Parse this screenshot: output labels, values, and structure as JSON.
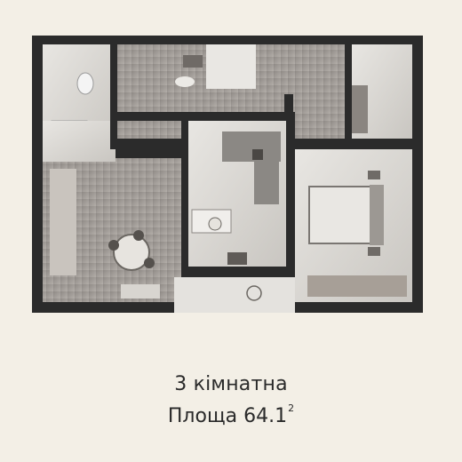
{
  "caption": {
    "rooms": "3 кімнатна",
    "area_label": "Площа 64.1",
    "area_sup": "2"
  },
  "colors": {
    "background": "#f3efe6",
    "wall": "#2b2b2b",
    "floor_wood": "#9a9591",
    "floor_light": "#d9d7d3",
    "text": "#2a2a2a"
  }
}
